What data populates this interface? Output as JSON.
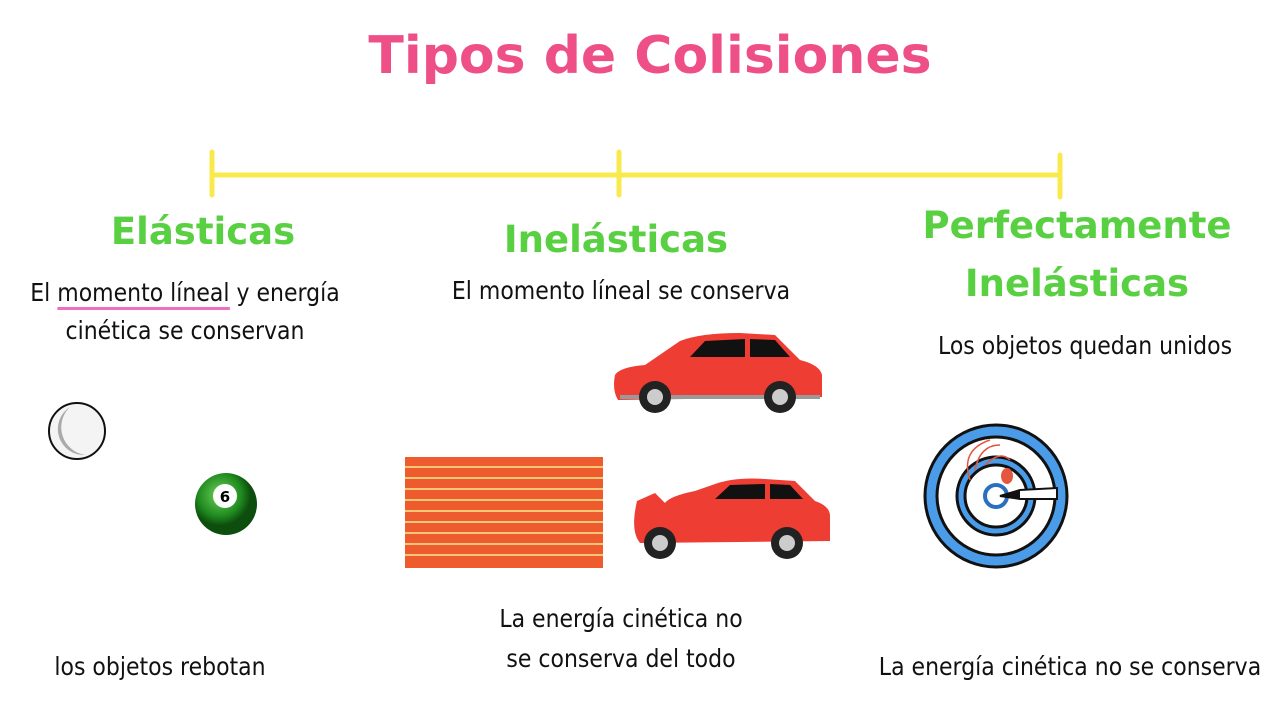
{
  "title": "Tipos de Colisiones",
  "colors": {
    "title": "#ef4f87",
    "heading": "#58d042",
    "timeline": "#f8ea4c",
    "underline": "#ee6fbf"
  },
  "columns": [
    {
      "heading": "Elásticas",
      "desc_underlined": "momento líneal",
      "desc_pre": "El ",
      "desc_post": " y energía",
      "desc_line2": "cinética se conservan",
      "footer": "los objetos rebotan",
      "illustration": "billiard-balls",
      "ball_number": "6"
    },
    {
      "heading": "Inelásticas",
      "desc": "El momento líneal se conserva",
      "footer_line1": "La energía cinética no",
      "footer_line2": "se conserva del todo",
      "illustration": "car-crash-wall"
    },
    {
      "heading_line1": "Perfectamente",
      "heading_line2": "Inelásticas",
      "desc": "Los objetos quedan unidos",
      "footer": "La energía cinética no se conserva",
      "illustration": "dart-target"
    }
  ]
}
